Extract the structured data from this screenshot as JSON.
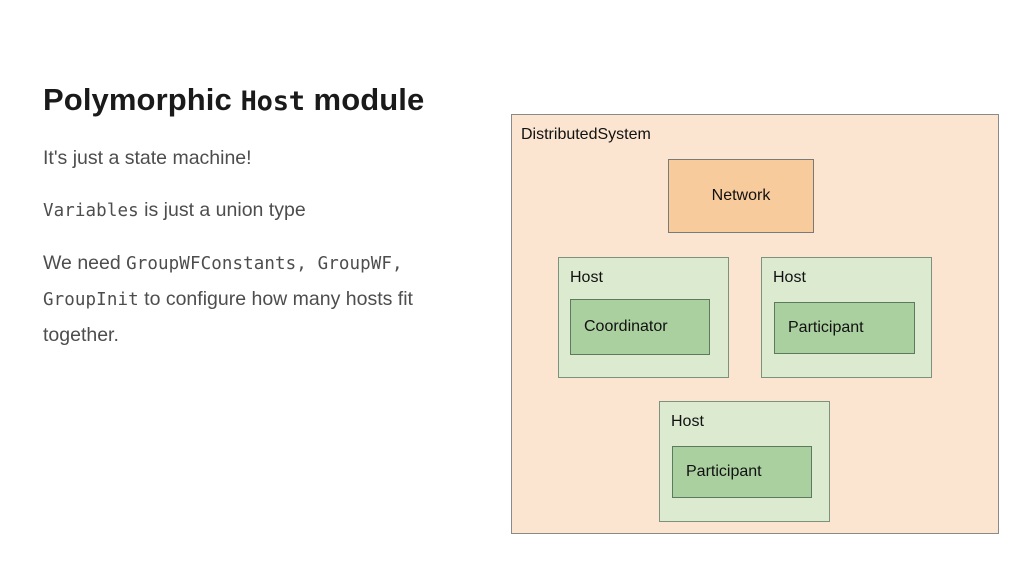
{
  "slide": {
    "title": {
      "pre": "Polymorphic ",
      "mono": "Host",
      "post": " module"
    },
    "paragraphs": [
      {
        "segments": [
          {
            "text": "It's just a state machine!",
            "mono": false
          }
        ]
      },
      {
        "segments": [
          {
            "text": "Variables",
            "mono": true
          },
          {
            "text": " is just a union type",
            "mono": false
          }
        ]
      },
      {
        "segments": [
          {
            "text": "We need ",
            "mono": false
          },
          {
            "text": "GroupWFConstants, GroupWF, GroupInit",
            "mono": true
          },
          {
            "text": " to configure how many hosts fit together.",
            "mono": false
          }
        ]
      }
    ]
  },
  "diagram": {
    "container_label": "DistributedSystem",
    "container_fill": "#fbe5d0",
    "container_border": "#8a8a8a",
    "network": {
      "label": "Network",
      "fill": "#f7cb9b",
      "border": "#7a7a7a"
    },
    "host_fill": "#dcead0",
    "host_border": "#7d927d",
    "module_fill": "#abd0a0",
    "module_border": "#5e7a5e",
    "hosts": [
      {
        "label": "Host",
        "module": "Coordinator"
      },
      {
        "label": "Host",
        "module": "Participant"
      },
      {
        "label": "Host",
        "module": "Participant"
      }
    ]
  }
}
